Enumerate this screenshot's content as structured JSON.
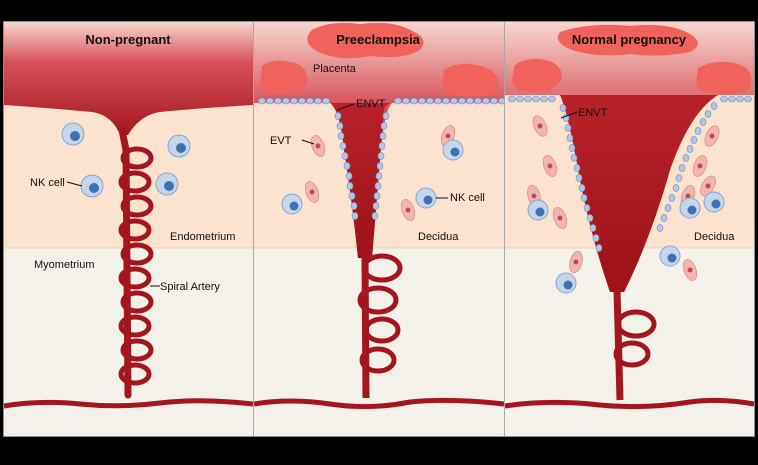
{
  "panels": [
    {
      "title": "Non-pregnant"
    },
    {
      "title": "Preeclampsia"
    },
    {
      "title": "Normal pregnancy"
    }
  ],
  "labels": {
    "nk_cell": "NK cell",
    "endometrium": "Endometrium",
    "myometrium": "Myometrium",
    "spiral_artery": "Spiral Artery",
    "placenta": "Placenta",
    "envt": "ENVT",
    "evt": "EVT",
    "decidua": "Decidua"
  },
  "colors": {
    "artery": "#a3161f",
    "tissue_upper": "#fbe3cf",
    "tissue_lower": "#f3f1ea",
    "placenta": "#f0635c",
    "nk_cell_fill": "#c6d6ec",
    "nk_nucleus": "#3f71b3",
    "evt_fill": "#f2b6b0",
    "evt_nucleus": "#c24a52",
    "envt_cell": "#b3c6e4"
  }
}
